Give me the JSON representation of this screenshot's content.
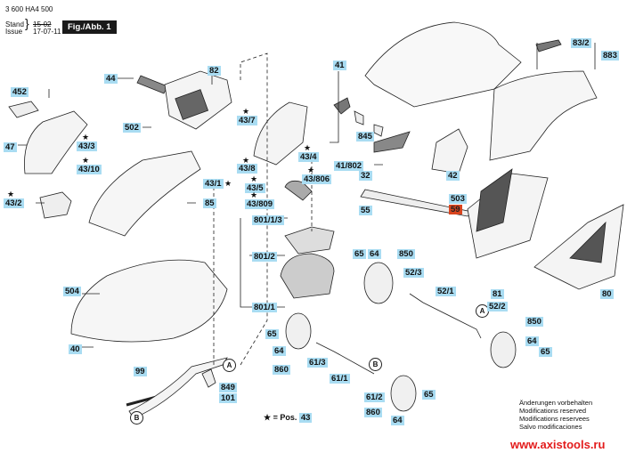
{
  "header": {
    "doc_number": "3 600 HA4 500",
    "stand_label": "Stand",
    "issue_label": "Issue",
    "stand_value": "15-02",
    "issue_value": "17-07-11",
    "figure": "Fig./Abb. 1"
  },
  "labels": {
    "l452": "452",
    "l47": "47",
    "l43_3": "43/3",
    "l43_10": "43/10",
    "l43_2": "43/2",
    "l44": "44",
    "l82": "82",
    "l502": "502",
    "l43_1": "43/1",
    "l85": "85",
    "l504": "504",
    "l40": "40",
    "l99": "99",
    "l849": "849",
    "l101": "101",
    "l43_7": "43/7",
    "l43_8": "43/8",
    "l43_4": "43/4",
    "l43_5": "43/5",
    "l43_806": "43/806",
    "l43_809": "43/809",
    "l801_1_3": "801/1/3",
    "l801_2": "801/2",
    "l801_1": "801/1",
    "l41": "41",
    "l845": "845",
    "l41_802": "41/802",
    "l32": "32",
    "l42": "42",
    "l55": "55",
    "l503": "503",
    "l59": "59",
    "l83_2": "83/2",
    "l883": "883",
    "l81": "81",
    "l80": "80",
    "l65a": "65",
    "l64a": "64",
    "l850a": "850",
    "l52_3": "52/3",
    "l52_1": "52/1",
    "l52_2": "52/2",
    "l850b": "850",
    "l64b": "64",
    "l65b": "65",
    "l65c": "65",
    "l64c": "64",
    "l860a": "860",
    "l61_3": "61/3",
    "l61_1": "61/1",
    "l61_2": "61/2",
    "l65d": "65",
    "l860b": "860",
    "l64d": "64"
  },
  "callouts": {
    "a": "A",
    "b": "B"
  },
  "star_note": {
    "text": "★ = Pos.",
    "ref": "43"
  },
  "notes": [
    "Änderungen vorbehalten",
    "Modifications reserved",
    "Modifications reservees",
    "Salvo modificaciones"
  ],
  "watermark": "www.axistools.ru",
  "colors": {
    "label_bg": "#a9dcf2",
    "highlight_bg": "#d8451f",
    "watermark": "#e31c1c"
  }
}
